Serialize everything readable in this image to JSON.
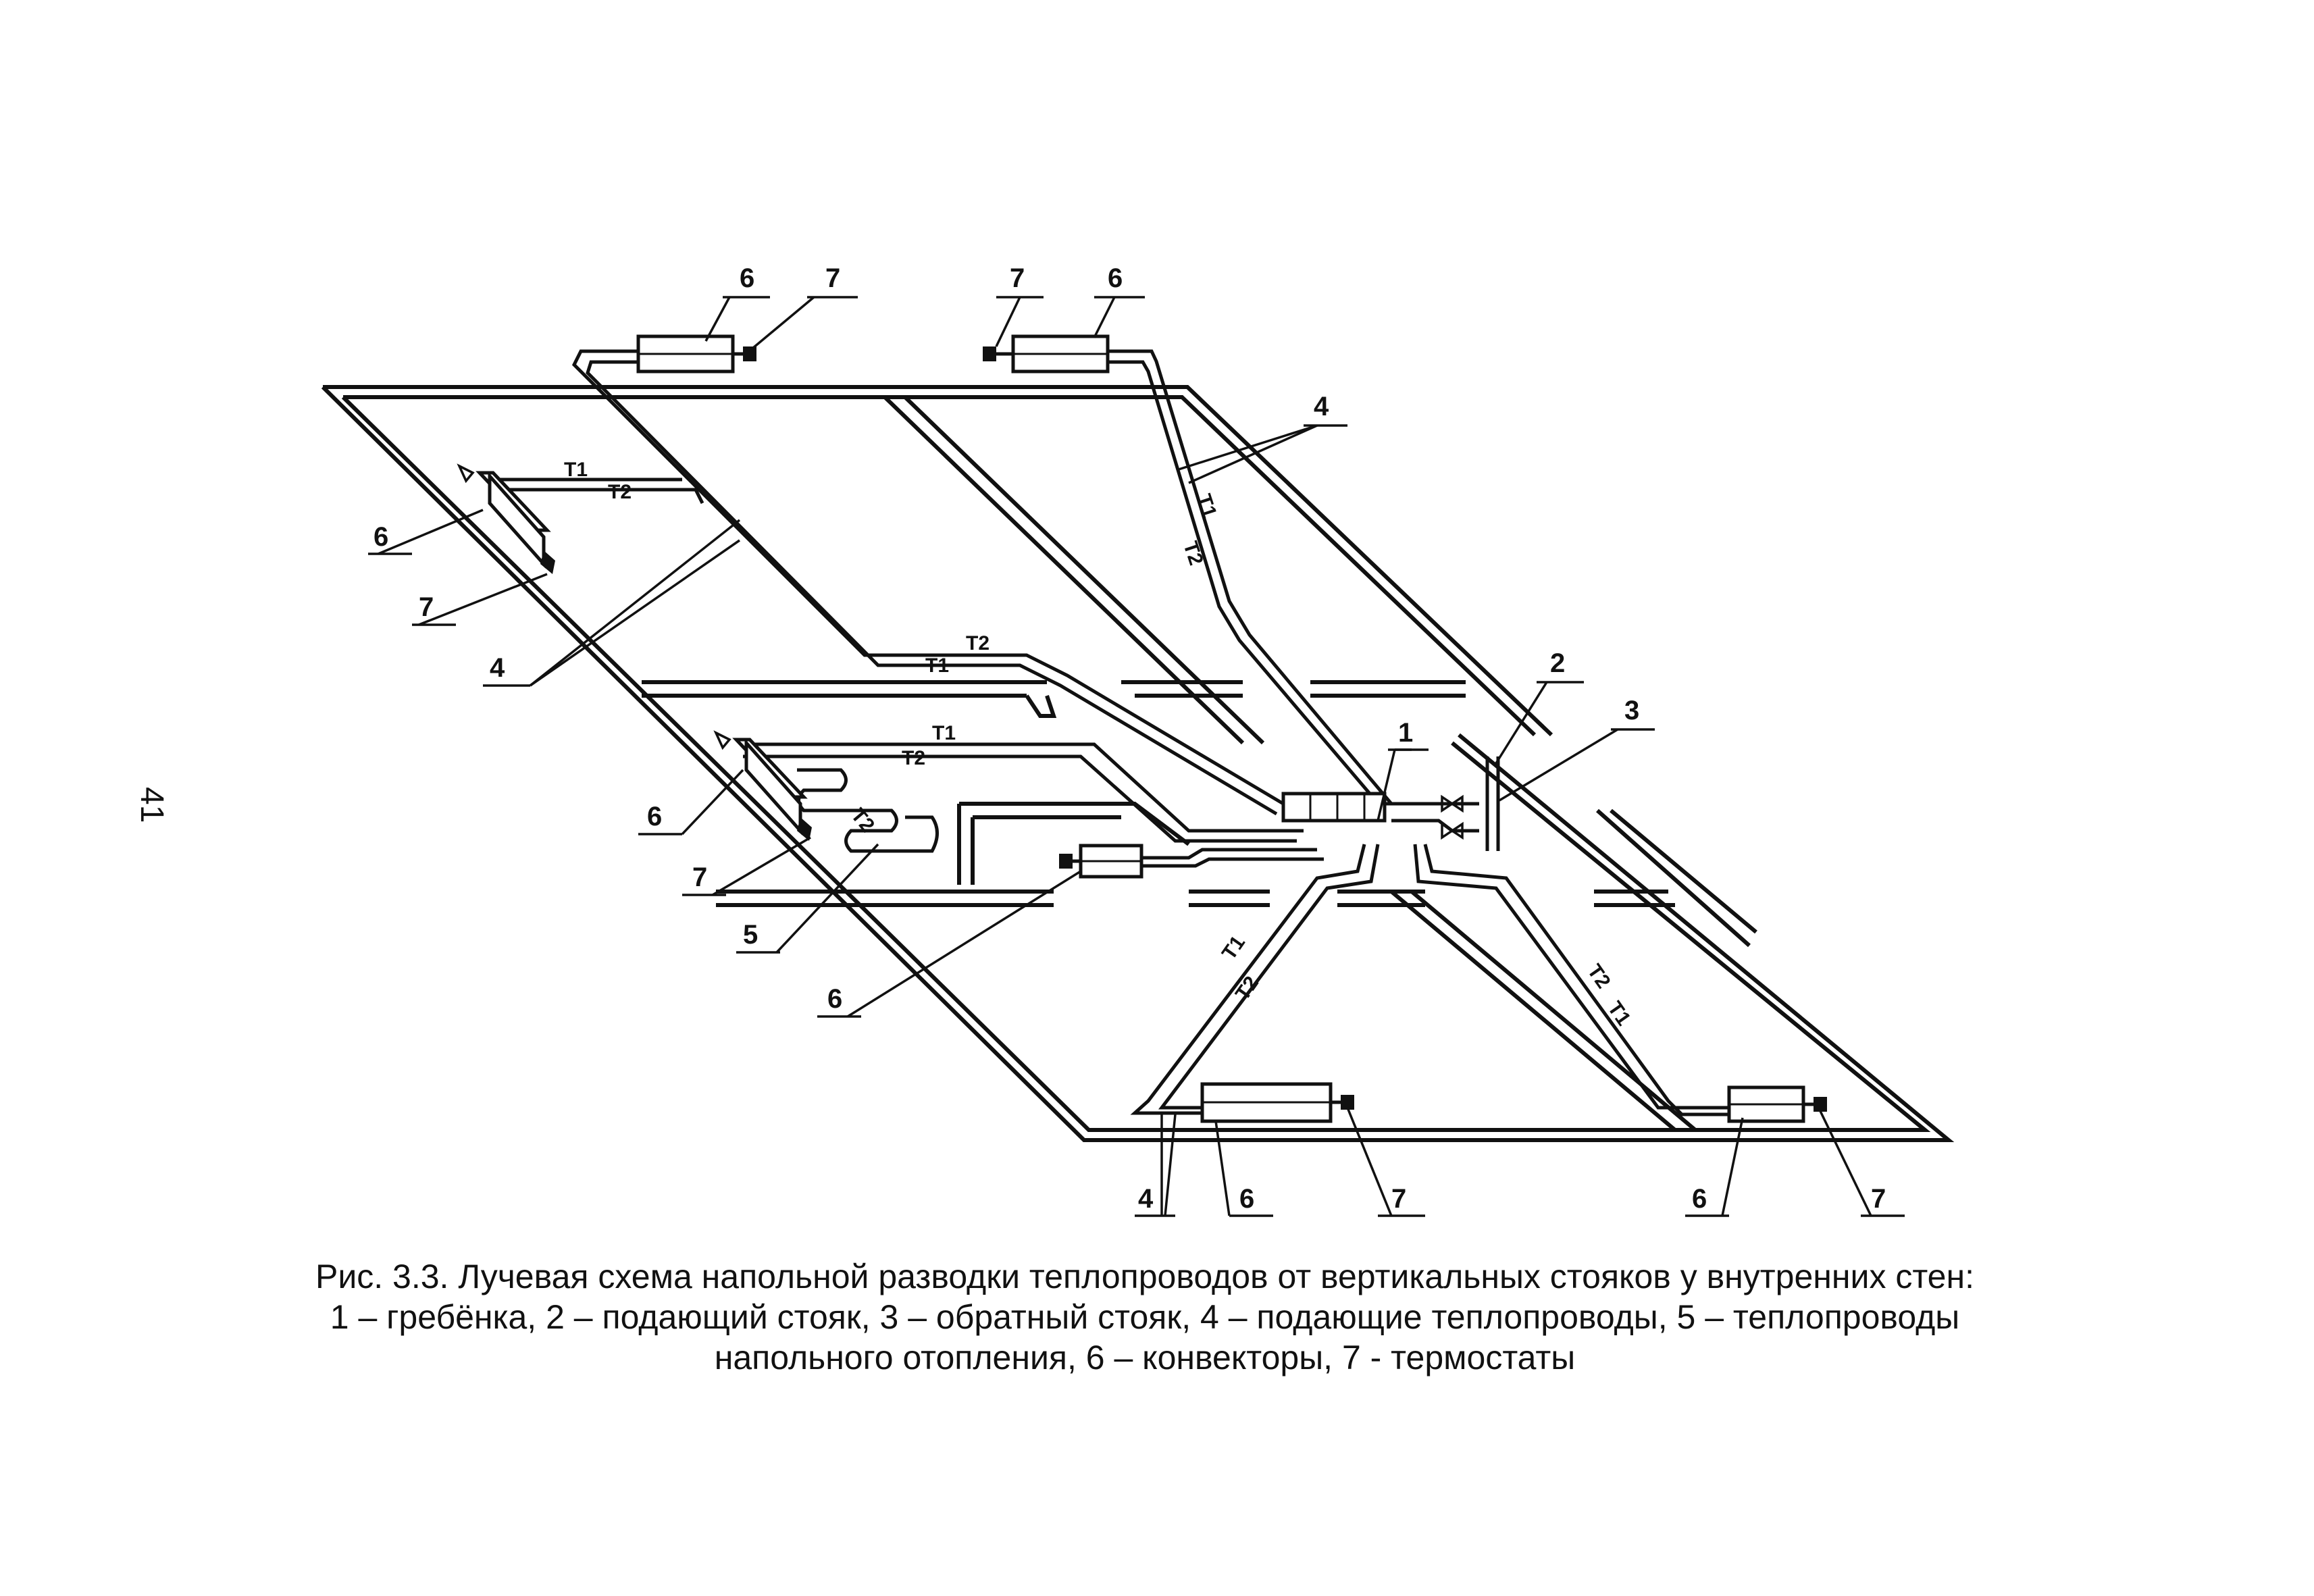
{
  "page_number": "41",
  "labels": {
    "comb": "1",
    "supply_riser": "2",
    "return_riser": "3",
    "supply_pipes": "4",
    "floor_heating": "5",
    "convector": "6",
    "thermostat": "7",
    "t1": "T1",
    "t2": "T2"
  },
  "caption": {
    "line1": "Рис. 3.3. Лучевая схема напольной разводки теплопроводов от вертикальных стояков у внутренних стен:",
    "line2": "1 – гребёнка, 2 – подающий стояк,  3 – обратный стояк, 4 – подающие теплопроводы, 5 – теплопроводы",
    "line3": "напольного отопления, 6 – конвекторы, 7 - термостаты"
  }
}
